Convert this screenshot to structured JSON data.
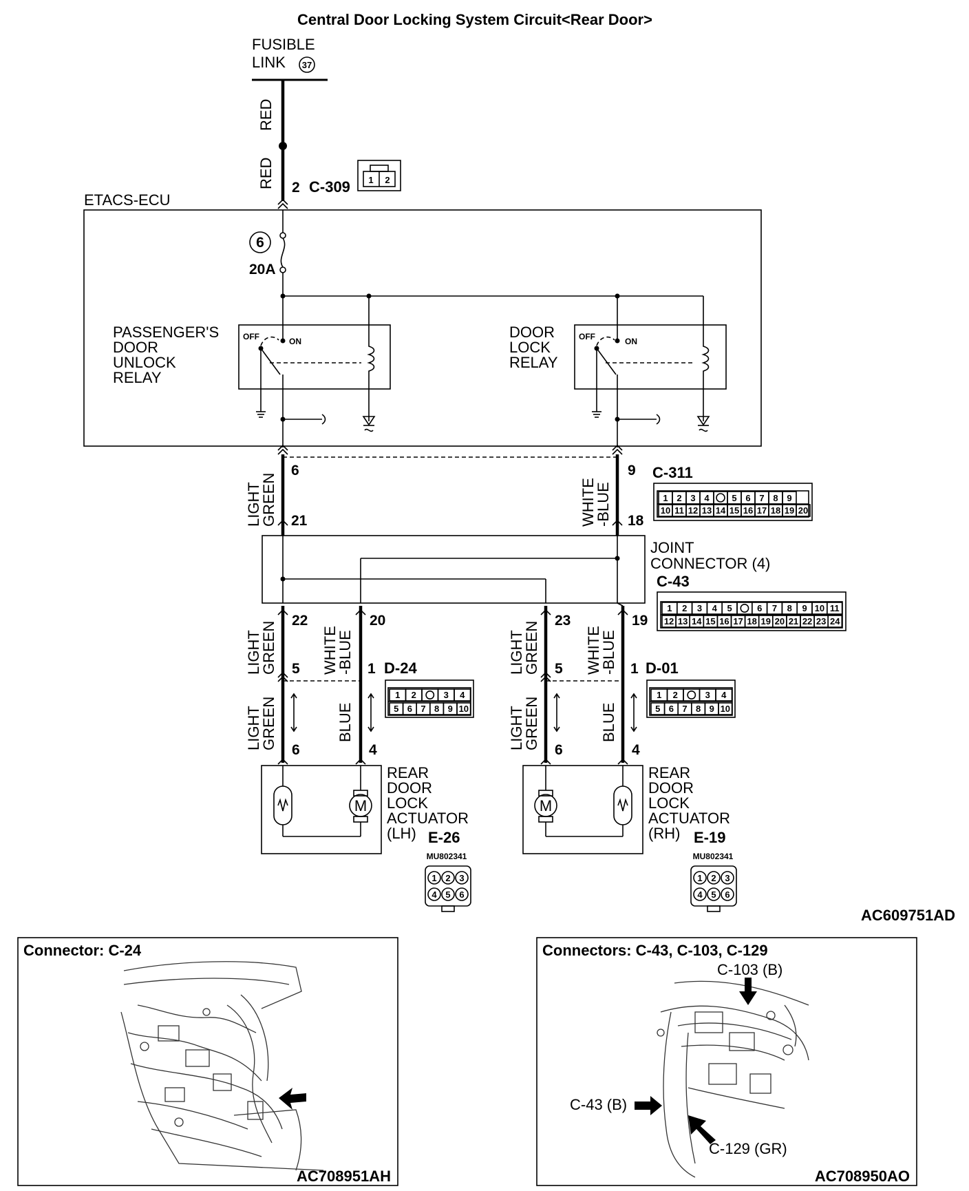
{
  "title": "Central Door Locking System Circuit<Rear Door>",
  "fusible_link": {
    "line1": "FUSIBLE",
    "line2": "LINK",
    "number": "37"
  },
  "wire_colors": {
    "red": "RED",
    "light_green_1": "LIGHT",
    "light_green_2": "GREEN",
    "white_blue_1": "WHITE",
    "white_blue_2": "-BLUE",
    "blue": "BLUE"
  },
  "c309": {
    "pin": "2",
    "name": "C-309",
    "cells": [
      "1",
      "2"
    ]
  },
  "ecu": {
    "label": "ETACS-ECU",
    "fuse_number": "6",
    "fuse_rating": "20A",
    "relay_left": [
      "PASSENGER'S",
      "DOOR",
      "UNLOCK",
      "RELAY"
    ],
    "relay_right": [
      "DOOR",
      "LOCK",
      "RELAY"
    ],
    "off": "OFF",
    "on": "ON"
  },
  "c311": {
    "name": "C-311",
    "pin_left_top": "6",
    "pin_left_bottom": "21",
    "pin_right_top": "9",
    "pin_right_bottom": "18",
    "row1": [
      "1",
      "2",
      "3",
      "4",
      "",
      "5",
      "6",
      "7",
      "8",
      "9"
    ],
    "row2": [
      "10",
      "11",
      "12",
      "13",
      "14",
      "15",
      "16",
      "17",
      "18",
      "19",
      "20"
    ]
  },
  "joint": {
    "line1": "JOINT",
    "line2": "CONNECTOR (4)",
    "name": "C-43",
    "pins": [
      "22",
      "20",
      "23",
      "19"
    ],
    "row1": [
      "1",
      "2",
      "3",
      "4",
      "5",
      "",
      "6",
      "7",
      "8",
      "9",
      "10",
      "11"
    ],
    "row2": [
      "12",
      "13",
      "14",
      "15",
      "16",
      "17",
      "18",
      "19",
      "20",
      "21",
      "22",
      "23",
      "24"
    ]
  },
  "d24": {
    "name": "D-24",
    "pin_a": "5",
    "pin_b": "1",
    "pin_c": "6",
    "pin_d": "4",
    "row1": [
      "1",
      "2",
      "",
      "3",
      "4"
    ],
    "row2": [
      "5",
      "6",
      "7",
      "8",
      "9",
      "10"
    ]
  },
  "d01": {
    "name": "D-01",
    "pin_a": "5",
    "pin_b": "1",
    "pin_c": "6",
    "pin_d": "4",
    "row1": [
      "1",
      "2",
      "",
      "3",
      "4"
    ],
    "row2": [
      "5",
      "6",
      "7",
      "8",
      "9",
      "10"
    ]
  },
  "actuator_lh": {
    "lines": [
      "REAR",
      "DOOR",
      "LOCK",
      "ACTUATOR",
      "(LH)"
    ],
    "name": "E-26",
    "part": "MU802341",
    "cells": [
      "1",
      "2",
      "3",
      "4",
      "5",
      "6"
    ]
  },
  "actuator_rh": {
    "lines": [
      "REAR",
      "DOOR",
      "LOCK",
      "ACTUATOR",
      "(RH)"
    ],
    "name": "E-19",
    "part": "MU802341",
    "cells": [
      "1",
      "2",
      "3",
      "4",
      "5",
      "6"
    ]
  },
  "motor_symbol": "M",
  "figure_code": "AC609751AD",
  "panel_left": {
    "title": "Connector: C-24",
    "code": "AC708951AH"
  },
  "panel_right": {
    "title": "Connectors: C-43, C-103, C-129",
    "code": "AC708950AO",
    "callout_1": "C-103 (B)",
    "callout_2": "C-43 (B)",
    "callout_3": "C-129 (GR)"
  }
}
